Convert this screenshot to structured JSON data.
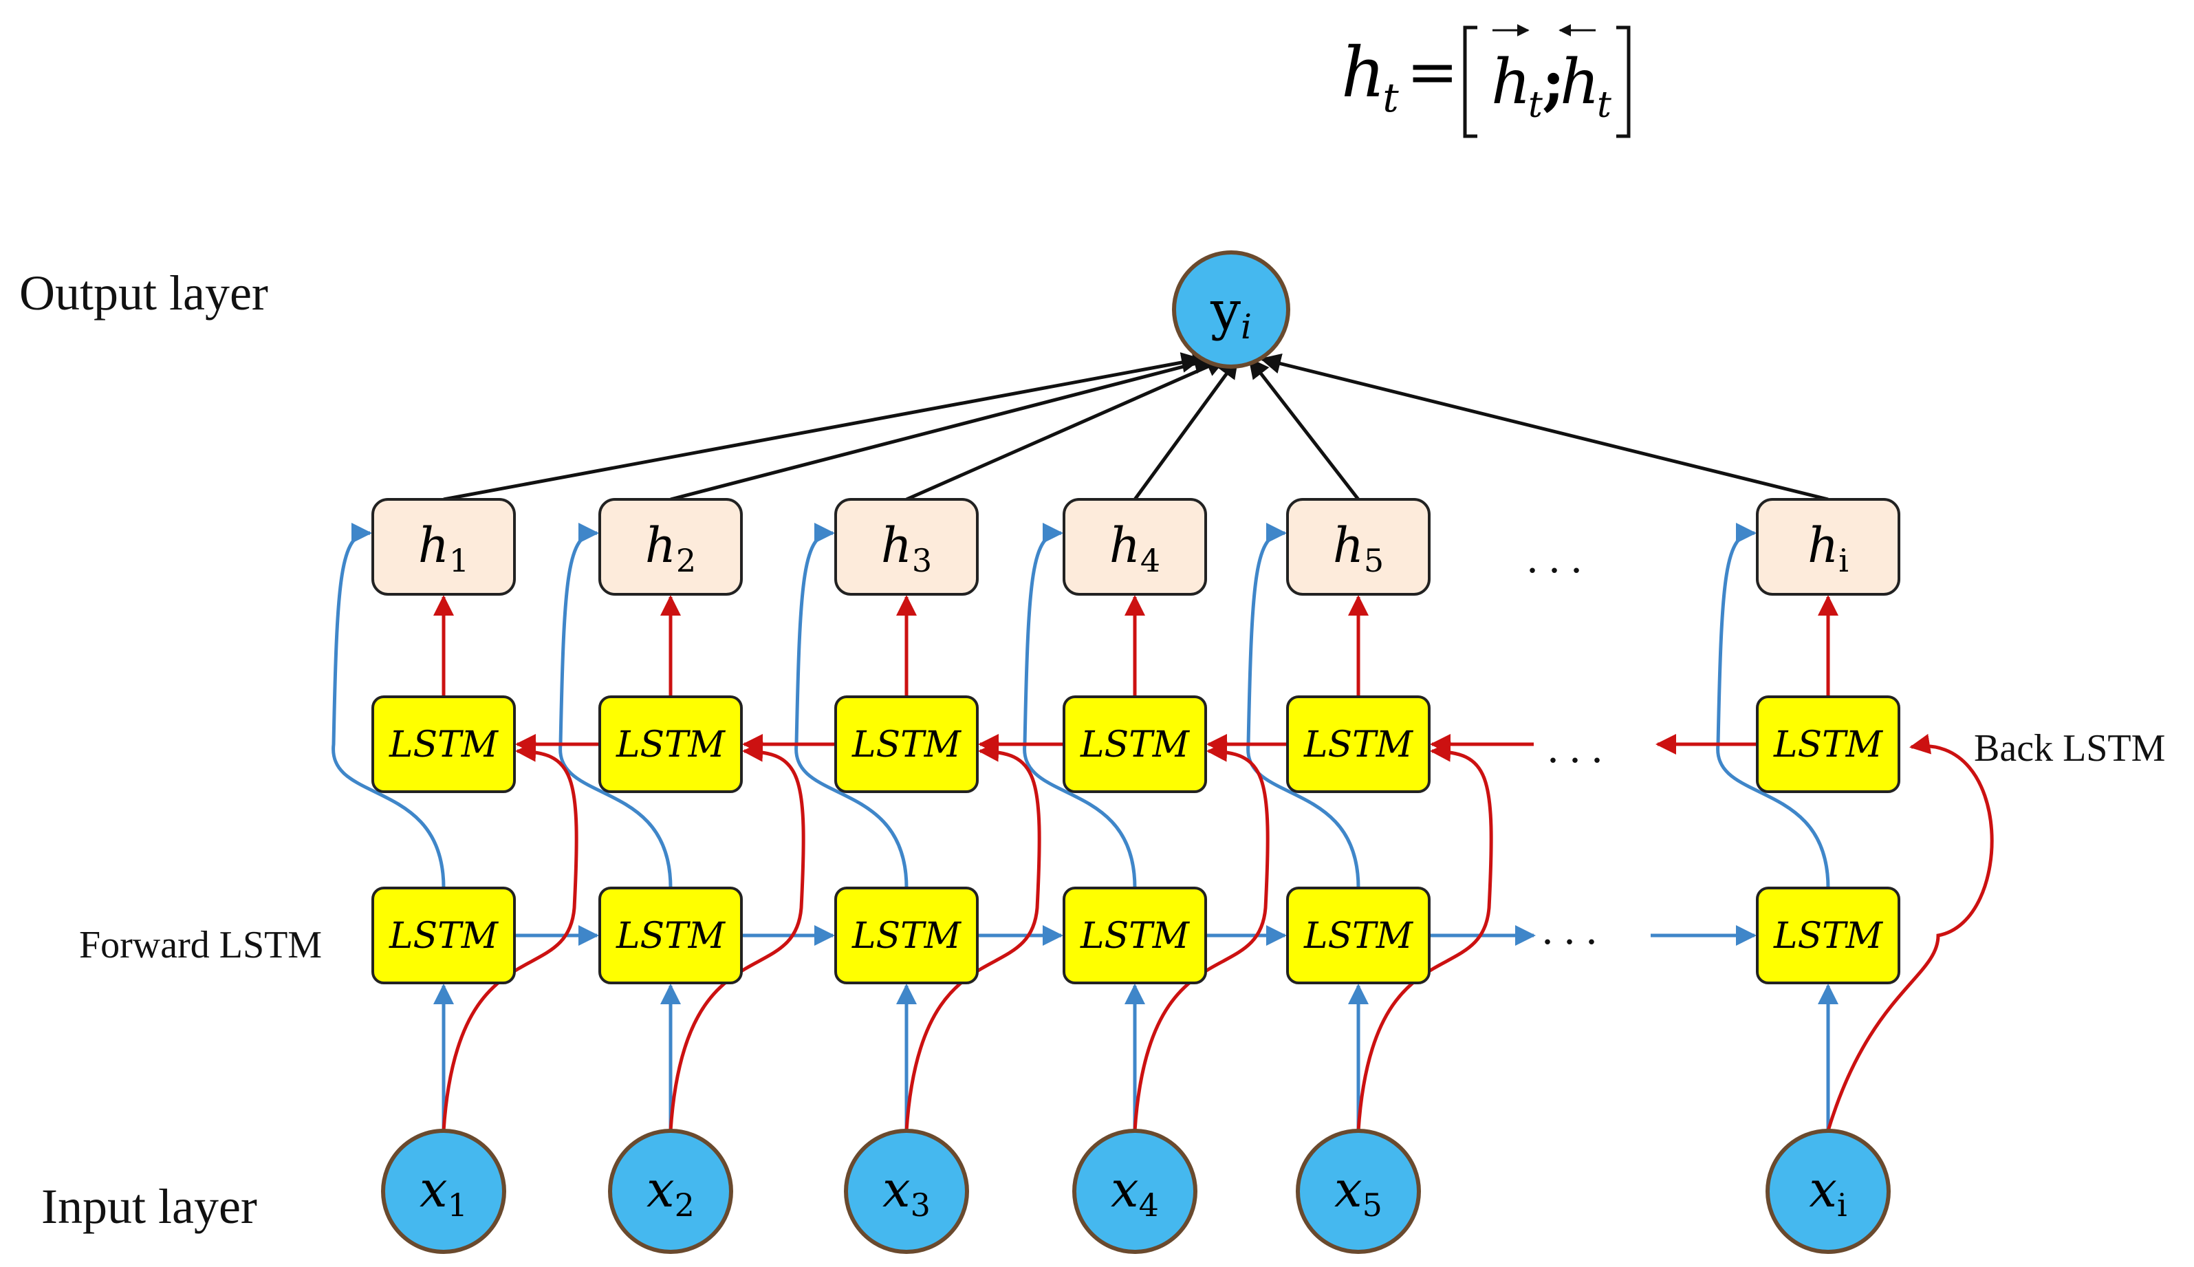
{
  "formula": {
    "lhs": "h",
    "lhs_sub": "t",
    "equals": "=",
    "fwd": "h",
    "fwd_sub": "t",
    "sep": ";",
    "bwd": "h",
    "bwd_sub": "t"
  },
  "layer_labels": {
    "output": "Output layer",
    "input": "Input layer",
    "forward": "Forward LSTM",
    "back": "Back LSTM"
  },
  "output_node": {
    "base": "y",
    "sub": "i"
  },
  "lstm_label": "LSTM",
  "hidden_base": "h",
  "input_base": "x",
  "subscripts": [
    "1",
    "2",
    "3",
    "4",
    "5",
    "i"
  ],
  "ellipsis": ". . .",
  "colors": {
    "node_fill": "#45b8ef",
    "node_stroke": "#6a4a2e",
    "lstm_fill": "#ffff00",
    "hidden_fill": "#fdebdb",
    "forward_arrow": "#3f86c9",
    "back_arrow": "#cc1111",
    "output_arrow": "#111111"
  }
}
